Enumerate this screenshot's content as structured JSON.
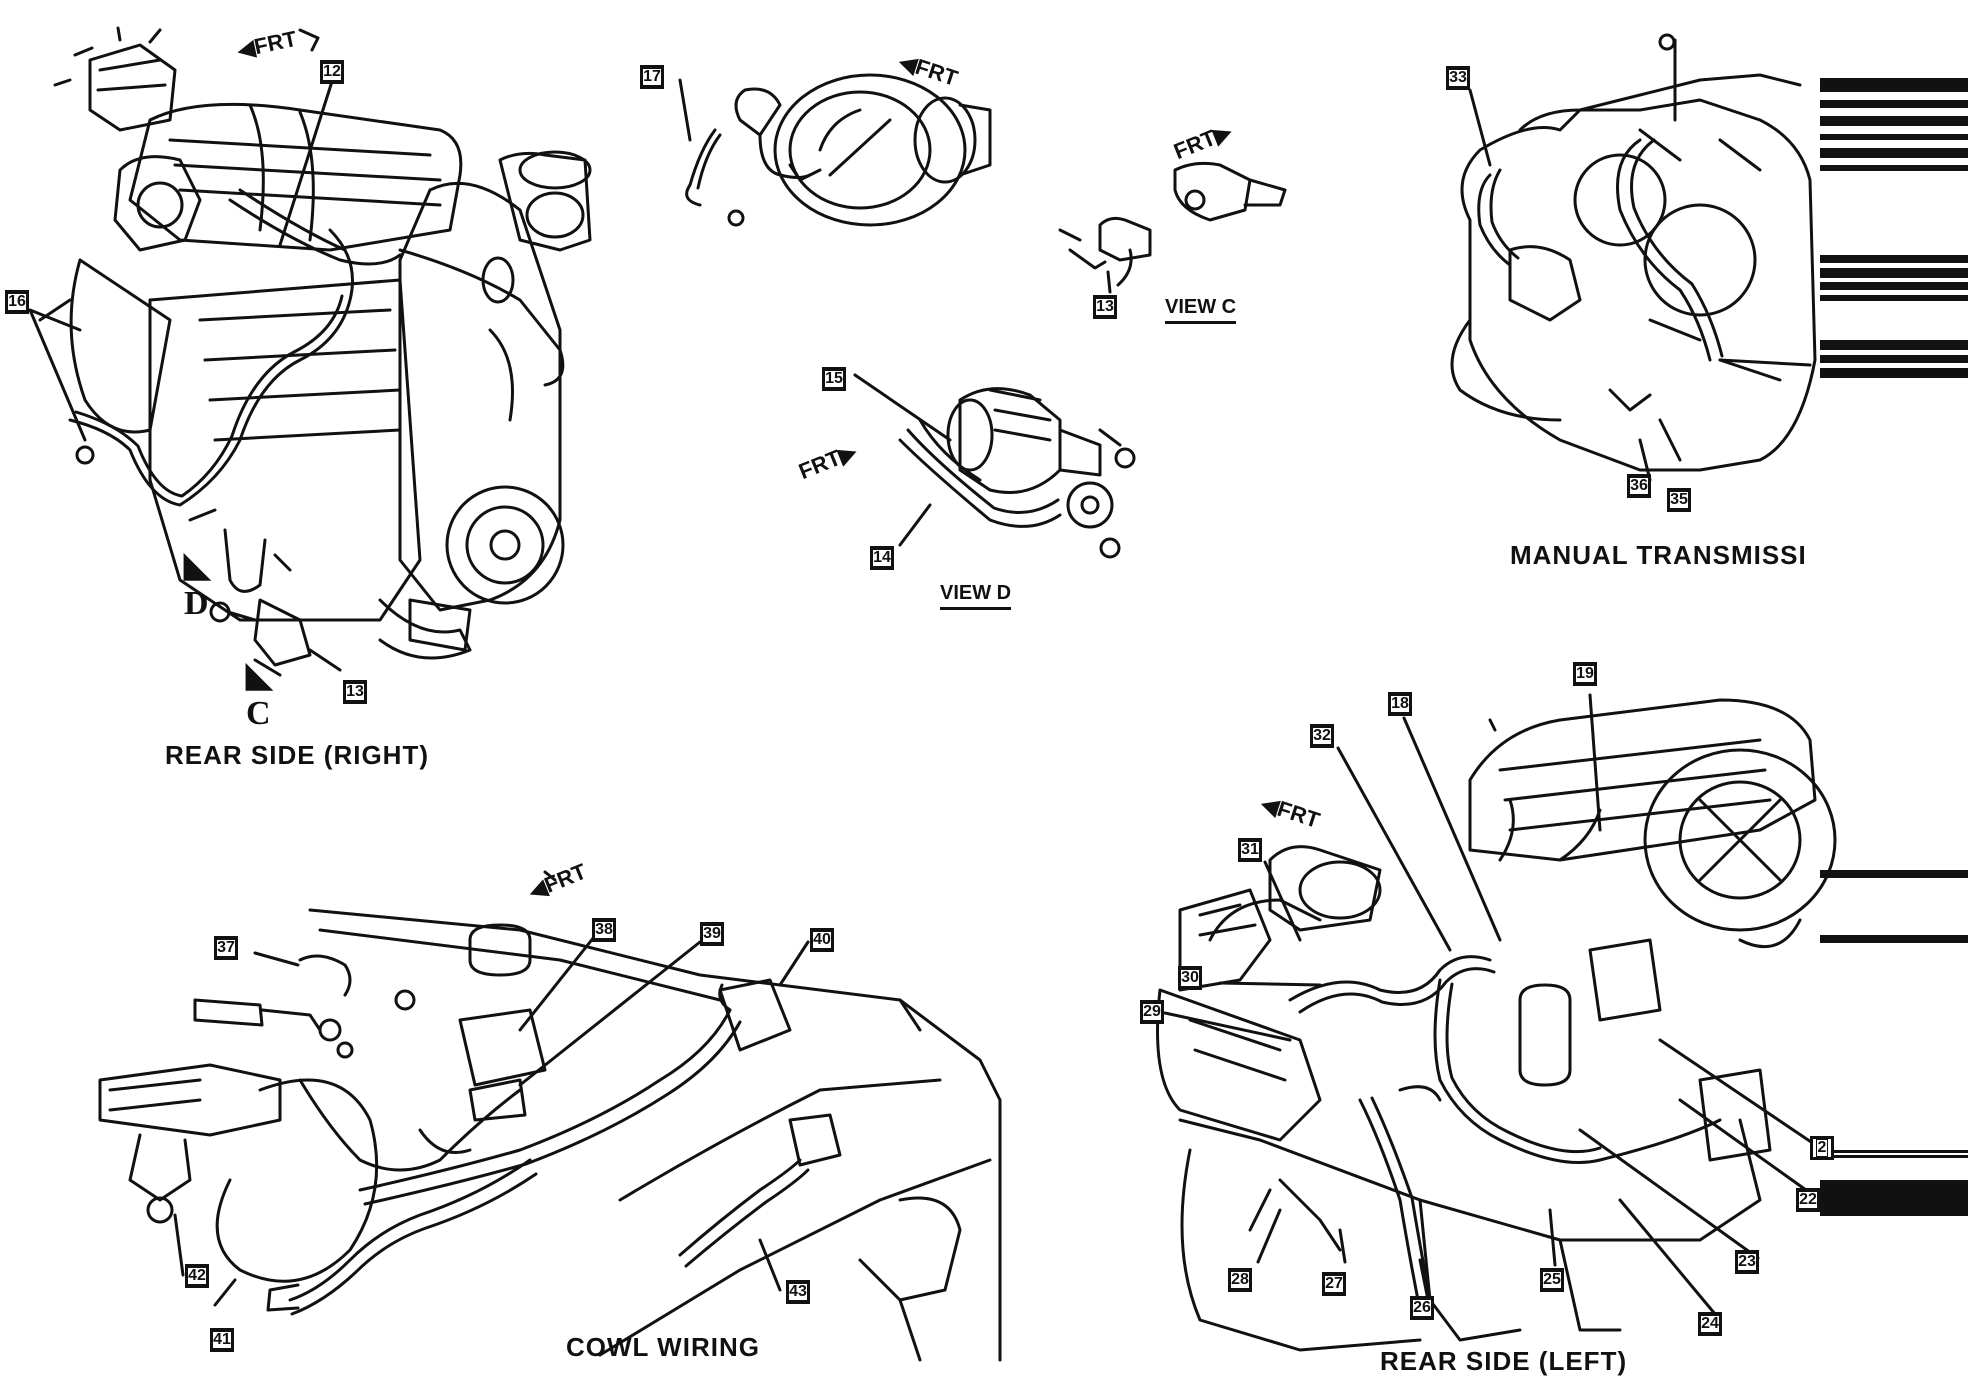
{
  "captions": {
    "rear_side_right": "REAR SIDE (RIGHT)",
    "view_c": "VIEW C",
    "view_d": "VIEW D",
    "manual_transmission": "MANUAL TRANSMISSI",
    "cowl_wiring": "COWL WIRING",
    "rear_side_left": "REAR SIDE (LEFT)"
  },
  "frt_label": "FRT",
  "view_letters": {
    "d": "D",
    "c": "C"
  },
  "callouts": [
    "12",
    "13",
    "13",
    "14",
    "15",
    "16",
    "17",
    "18",
    "19",
    "2",
    "22",
    "23",
    "24",
    "25",
    "26",
    "27",
    "28",
    "29",
    "30",
    "31",
    "32",
    "33",
    "35",
    "36",
    "37",
    "38",
    "39",
    "40",
    "41",
    "42",
    "43"
  ]
}
